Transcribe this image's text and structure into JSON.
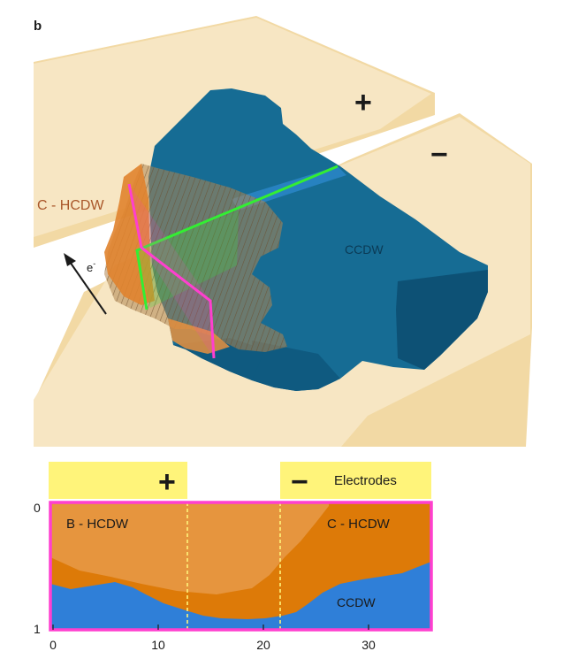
{
  "panel_label": "b",
  "diagram": {
    "plus_sign": "+",
    "minus_sign": "−",
    "chdw_label": "C - HCDW",
    "ccdw_label": "CCDW",
    "electron_label": "e",
    "electron_sup": "-"
  },
  "strip": {
    "electrodes_label": "Electrodes",
    "plus_sign": "+",
    "minus_sign": "−",
    "bhcdw_label": "B - HCDW",
    "chdw_label": "C - HCDW",
    "ccdw_label": "CCDW",
    "y_top": "0",
    "y_bottom": "1",
    "x_ticks": [
      "0",
      "10",
      "20",
      "30"
    ],
    "x_range": [
      0,
      36
    ],
    "electrode_gap": [
      13,
      22
    ]
  },
  "colors": {
    "electrode": "#f7e6c3",
    "electrode_edge": "#e6c98a",
    "ccdw_blue": "#166c94",
    "ccdw_strip": "#2f7fd8",
    "chdw_orange": "#e0832d",
    "bhcdw_light": "#e6953e",
    "chdw_strip": "#dd7a08",
    "cut_magenta": "#ff3fcf",
    "cut_green": "#33ee33",
    "highlight_yellow": "#fff47a",
    "text": "#1a1a1a"
  }
}
